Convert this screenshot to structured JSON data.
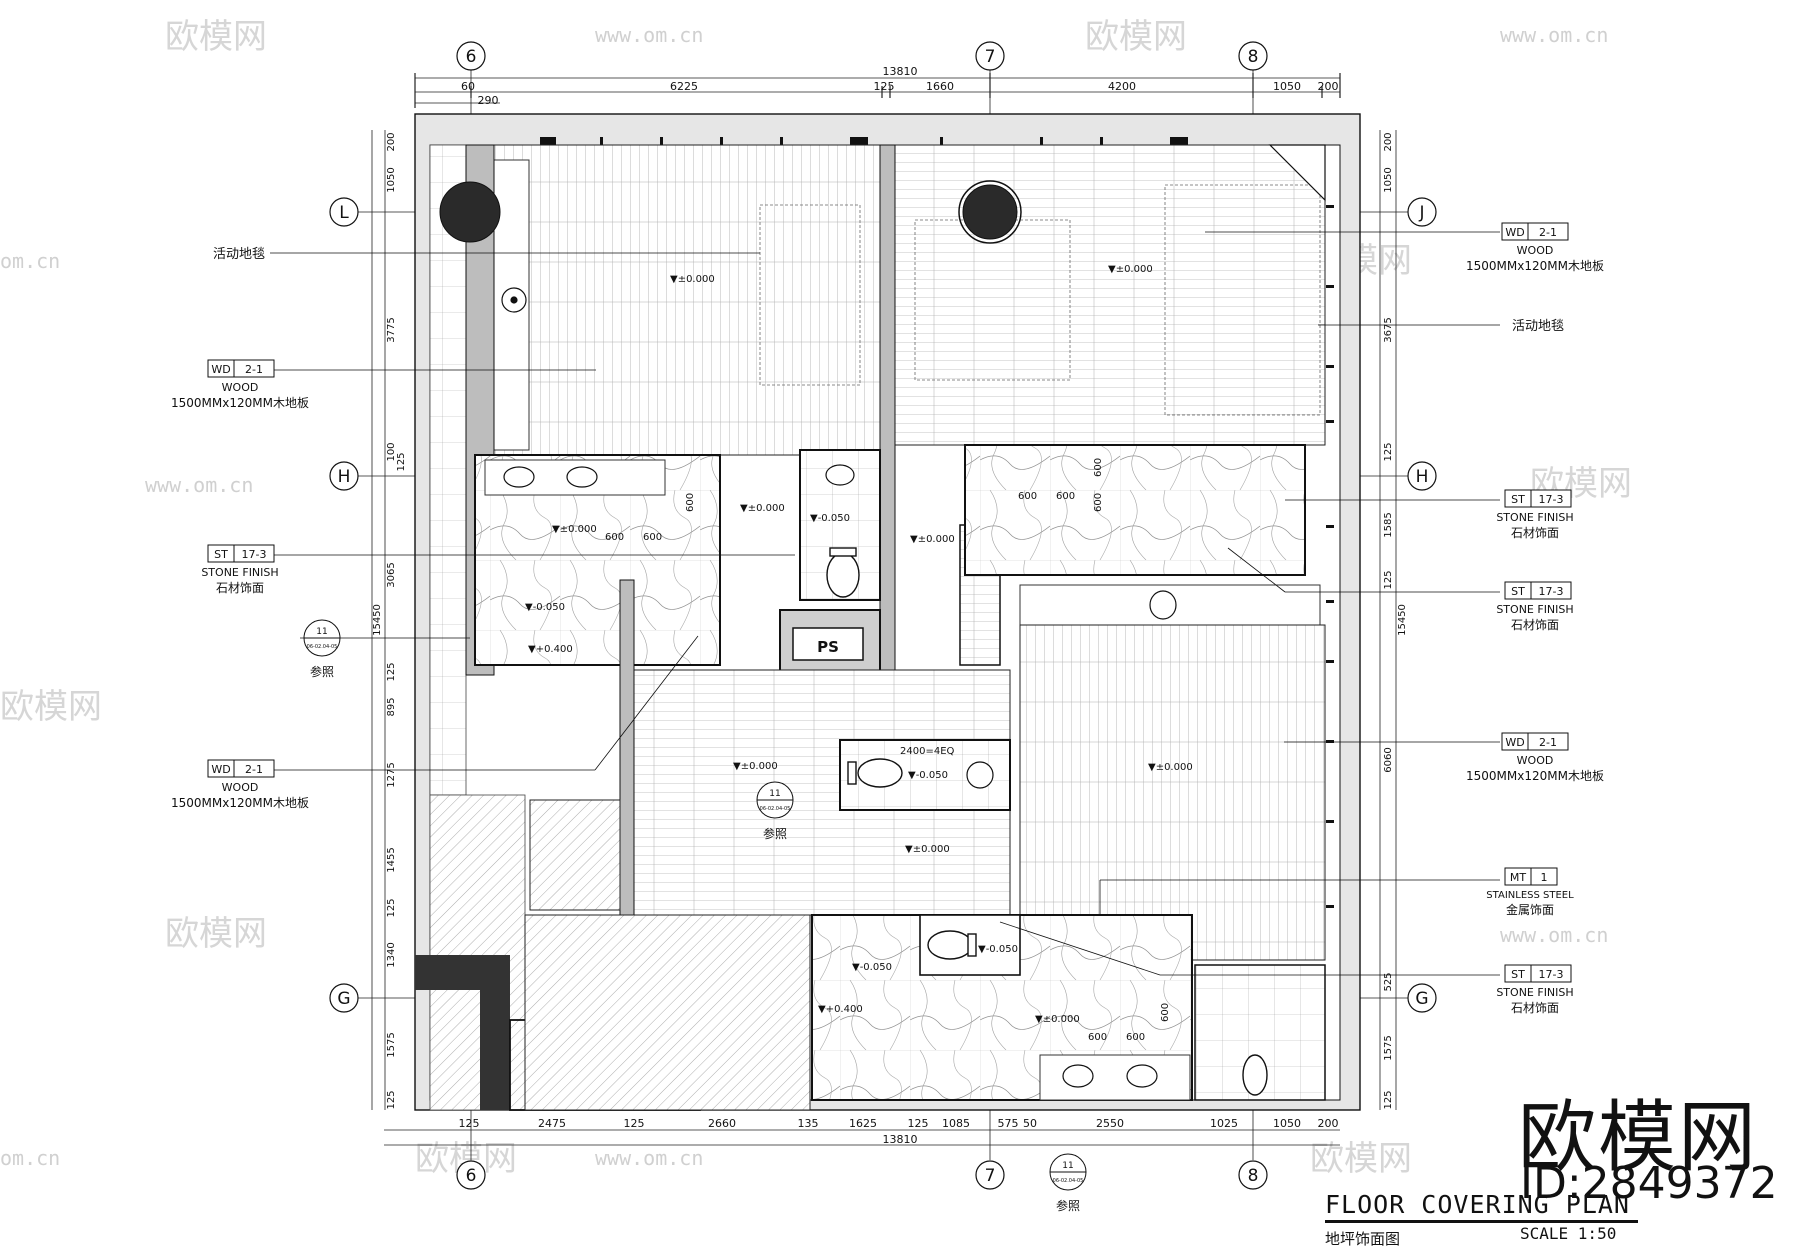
{
  "watermark": {
    "brand": "欧模网",
    "id_text": "ID:2849372",
    "url": "www.om.cn",
    "url_short": "om.cn"
  },
  "title_block": {
    "title": "FLOOR COVERING PLAN",
    "subtitle_cn": "地坪饰面图",
    "scale": "SCALE 1:50"
  },
  "grid_bubbles": {
    "col_6": "6",
    "col_7": "7",
    "col_8": "8",
    "row_L": "L",
    "row_J": "J",
    "row_H": "H",
    "row_G": "G"
  },
  "dimensions": {
    "top_total": "13810",
    "top": [
      "60",
      "6225",
      "125",
      "1660",
      "4200",
      "1050",
      "200"
    ],
    "top_sub": "290",
    "bottom_total": "13810",
    "bottom": [
      "125",
      "2475",
      "125",
      "2660",
      "135",
      "1625",
      "125",
      "1085",
      "575",
      "50",
      "2550",
      "1025",
      "1050",
      "200"
    ],
    "left_total": "15450",
    "left": [
      "200",
      "1050",
      "3775",
      "100",
      "125",
      "3065",
      "125",
      "895",
      "1275",
      "1455",
      "125",
      "1340",
      "1575",
      "125"
    ],
    "right_total": "15450",
    "right": [
      "200",
      "1050",
      "3675",
      "125",
      "1585",
      "125",
      "6060",
      "525",
      "1575",
      "125"
    ],
    "interior": [
      "600",
      "600",
      "600",
      "600",
      "600",
      "600",
      "600",
      "600",
      "600",
      "600",
      "2400=4EQ"
    ]
  },
  "levels": [
    "▼±0.000",
    "▼-0.050",
    "▼+0.400"
  ],
  "room_tags": {
    "ps": "PS"
  },
  "materials": {
    "wood": {
      "code": "WD",
      "num": "2-1",
      "name": "WOOD",
      "desc": "1500MMx120MM木地板"
    },
    "stone": {
      "code": "ST",
      "num": "17-3",
      "name": "STONE FINISH",
      "desc": "石材饰面"
    },
    "steel": {
      "code": "MT",
      "num": "1",
      "name": "STAINLESS STEEL",
      "desc": "金属饰面"
    },
    "carpet": {
      "desc": "活动地毯"
    }
  },
  "refs": {
    "num": "11",
    "sheet": "06-02.04-05",
    "label": "参照"
  }
}
